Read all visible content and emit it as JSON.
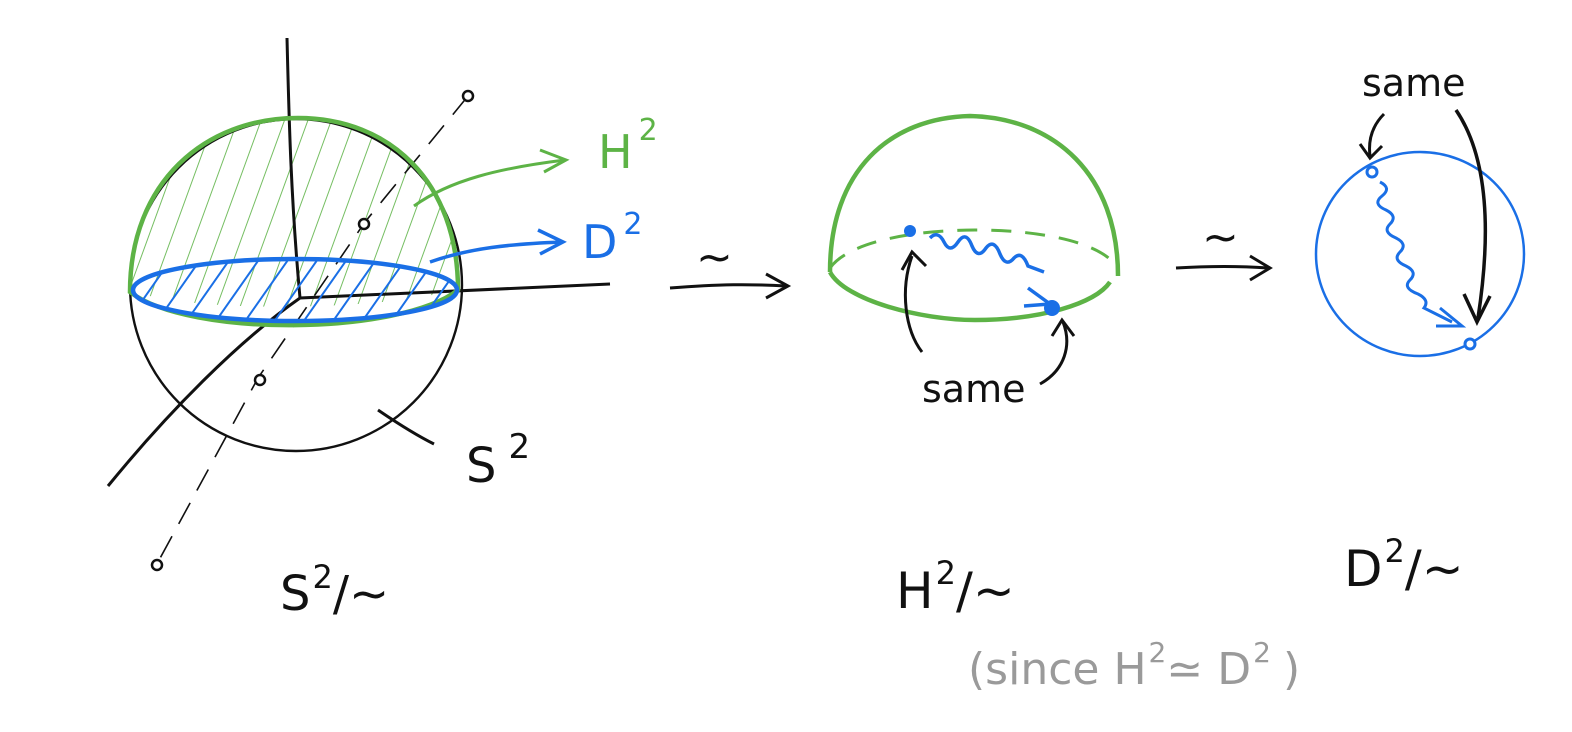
{
  "colors": {
    "ink": "#111111",
    "green": "#5db346",
    "blue": "#1a6fe6",
    "gray": "#9a9a9a"
  },
  "labels": {
    "h2": "H",
    "h2_exp": "2",
    "d2": "D",
    "d2_exp": "2",
    "s2": "S",
    "s2_exp": "2",
    "same_left": "same",
    "same_right": "same",
    "tilde_1": "~",
    "tilde_2": "~",
    "quot_s2": "S",
    "quot_s2_exp": "2",
    "quot_s2_tail": "/~",
    "quot_h2": "H",
    "quot_h2_exp": "2",
    "quot_h2_tail": "/~",
    "quot_d2": "D",
    "quot_d2_exp": "2",
    "quot_d2_tail": "/~",
    "since_open": "(since H",
    "since_exp1": "2",
    "since_rel": "≃ D",
    "since_exp2": "2",
    "since_close": ")"
  }
}
